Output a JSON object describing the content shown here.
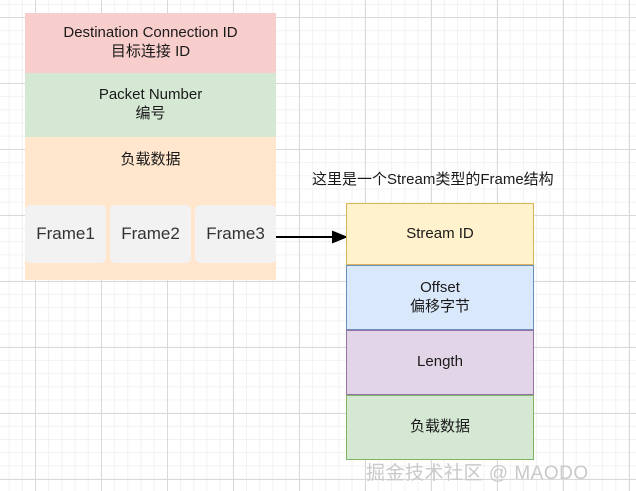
{
  "diagram": {
    "packet": {
      "fields": [
        {
          "id": "dest-conn-id",
          "label_en": "Destination Connection ID",
          "label_zh": "目标连接 ID",
          "color": "#f8cecc"
        },
        {
          "id": "packet-number",
          "label_en": "Packet Number",
          "label_zh": "编号",
          "color": "#d5e8d4"
        },
        {
          "id": "payload",
          "label_en": "",
          "label_zh": "负载数据",
          "color": "#ffe6cc"
        }
      ],
      "frames": [
        {
          "label": "Frame1"
        },
        {
          "label": "Frame2"
        },
        {
          "label": "Frame3"
        }
      ]
    },
    "caption": "这里是一个Stream类型的Frame结构",
    "frame_detail": {
      "fields": [
        {
          "id": "stream-id",
          "label_en": "Stream ID",
          "label_zh": "",
          "color": "#fff2cc",
          "border": "#d6b656"
        },
        {
          "id": "offset",
          "label_en": "Offset",
          "label_zh": "偏移字节",
          "color": "#dae8fc",
          "border": "#6c8ebf"
        },
        {
          "id": "length",
          "label_en": "Length",
          "label_zh": "",
          "color": "#e1d5e7",
          "border": "#9673a6"
        },
        {
          "id": "frame-payload",
          "label_en": "",
          "label_zh": "负载数据",
          "color": "#d5e8d4",
          "border": "#82b366"
        }
      ]
    },
    "watermark": "掘金技术社区 @ MAODO"
  }
}
